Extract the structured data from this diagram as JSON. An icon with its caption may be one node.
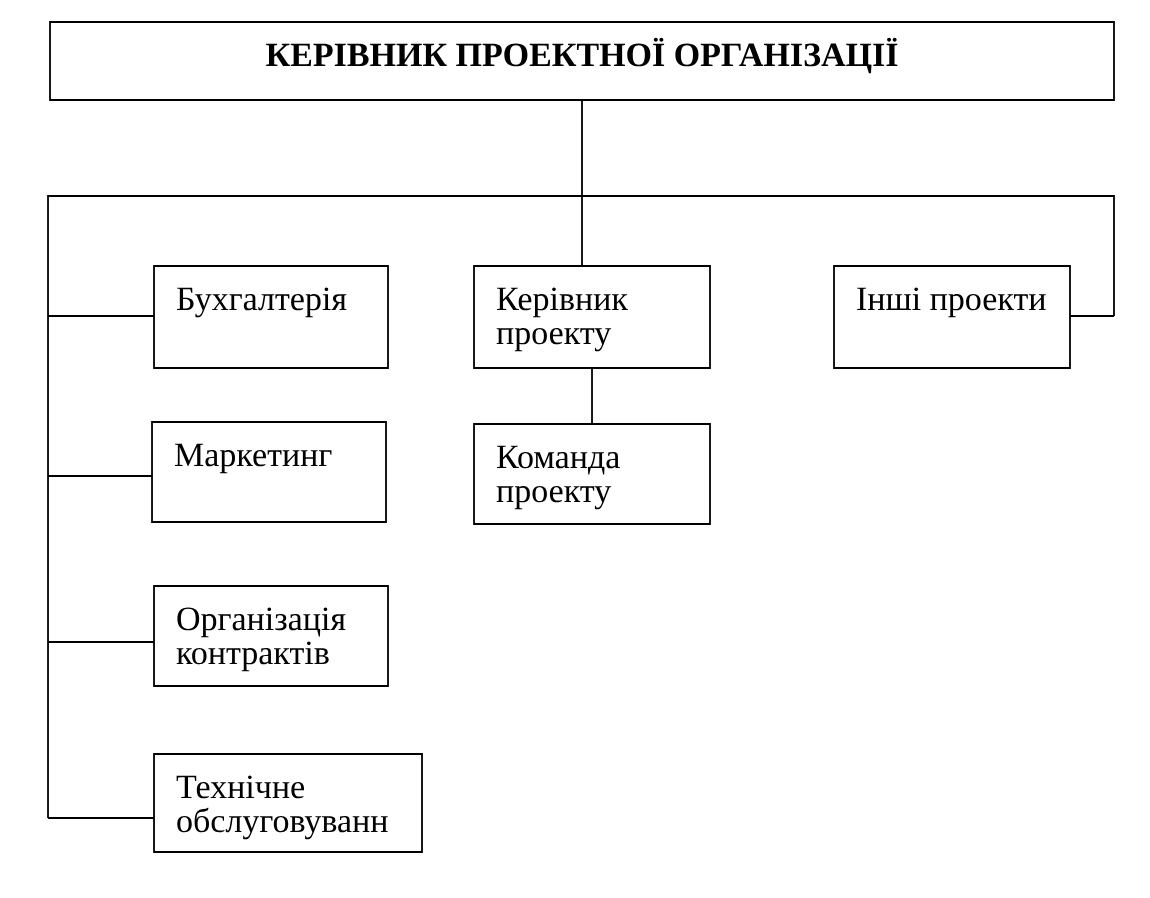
{
  "diagram": {
    "nodes": [
      {
        "text": [
          "КЕРІВНИК ПРОЕКТНОЇ ОРГАНІЗАЦІЇ"
        ]
      },
      {
        "text": [
          "Бухгалтерія"
        ]
      },
      {
        "text": [
          "Керівник проекту"
        ]
      },
      {
        "text": [
          "Інші проекти"
        ]
      },
      {
        "text": [
          "Маркетинг"
        ]
      },
      {
        "text": [
          "Команда проекту"
        ]
      },
      {
        "text": [
          "Організація контрактів"
        ]
      },
      {
        "text": [
          "Технічне обслуговуванн"
        ]
      }
    ],
    "edges": [
      {
        "from": 0,
        "to": 1,
        "arrow": "none"
      },
      {
        "from": 0,
        "to": 4,
        "arrow": "none"
      },
      {
        "from": 0,
        "to": 6,
        "arrow": "none"
      },
      {
        "from": 0,
        "to": 7,
        "arrow": "none"
      },
      {
        "from": 0,
        "to": 2,
        "arrow": "none"
      },
      {
        "from": 2,
        "to": 5,
        "arrow": "none"
      },
      {
        "from": 0,
        "to": 3,
        "arrow": "none"
      }
    ]
  }
}
